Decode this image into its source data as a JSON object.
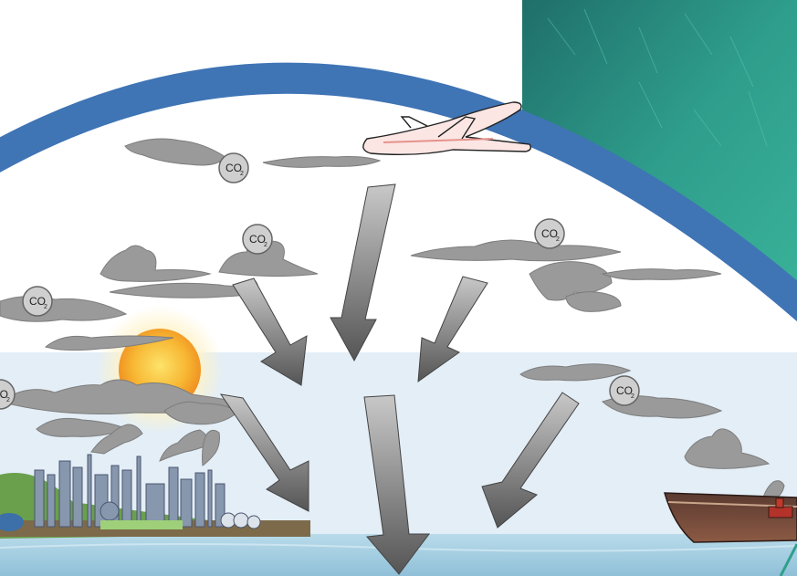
{
  "diagram": {
    "co2_badges": [
      {
        "id": "co2-1",
        "label": "CO",
        "subscript": "2"
      },
      {
        "id": "co2-2",
        "label": "CO",
        "subscript": "2"
      },
      {
        "id": "co2-3",
        "label": "CO",
        "subscript": "2"
      },
      {
        "id": "co2-4",
        "label": "CO",
        "subscript": "2"
      },
      {
        "id": "co2-5",
        "label": "CO",
        "subscript": "2"
      },
      {
        "id": "co2-6",
        "label": "CO",
        "subscript": "2"
      }
    ],
    "colors": {
      "atmosphere_arc": "#3f74b5",
      "sky_band": "#e3eef7",
      "sea": "#a6cde2",
      "cloud": "#9a9a9a",
      "arrow": "#7a7a7a",
      "sun": "#f5a524",
      "ocean_texture": "#2f9e8c"
    },
    "icons": [
      "airplane-icon",
      "factory-icon",
      "ship-icon",
      "sun-icon"
    ]
  }
}
